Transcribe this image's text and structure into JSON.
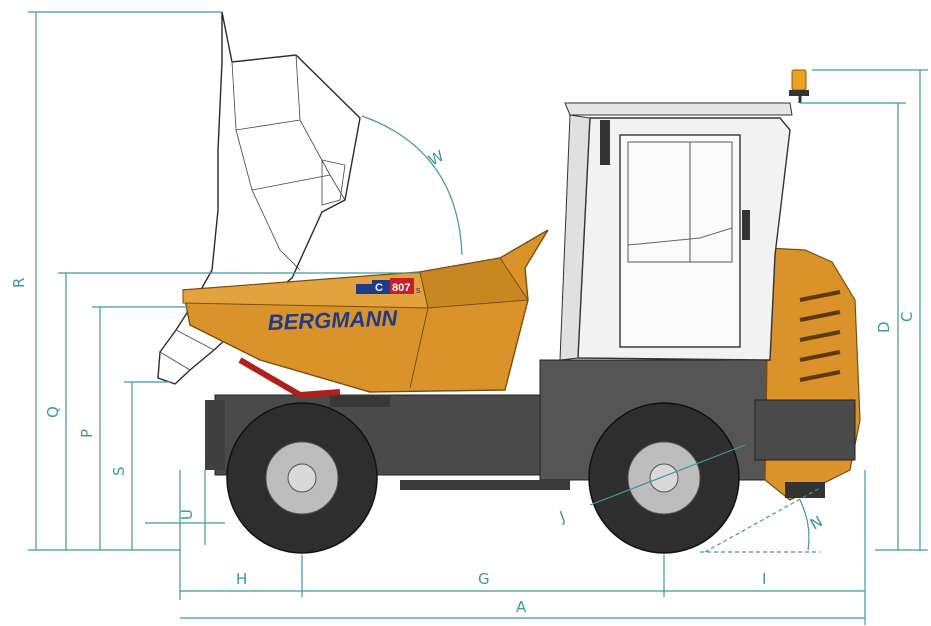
{
  "brand": {
    "name": "BERGMANN",
    "model_prefix": "C",
    "model_number": "807",
    "model_suffix": "s"
  },
  "colors": {
    "dimension": "#3d9a9a",
    "body_orange": "#d9932a",
    "body_orange_dark": "#b97718",
    "chassis": "#4a4a4a",
    "tire": "#2e2e2e",
    "rim": "#bdbdbd",
    "beacon": "#f0a020",
    "brand_blue": "#1f3b8c",
    "badge_red": "#c8202a"
  },
  "dimensions": {
    "A": "A",
    "C": "C",
    "D": "D",
    "G": "G",
    "H": "H",
    "I": "I",
    "J": "J",
    "N": "N",
    "P": "P",
    "Q": "Q",
    "R": "R",
    "S": "S",
    "U": "U",
    "W": "W"
  }
}
